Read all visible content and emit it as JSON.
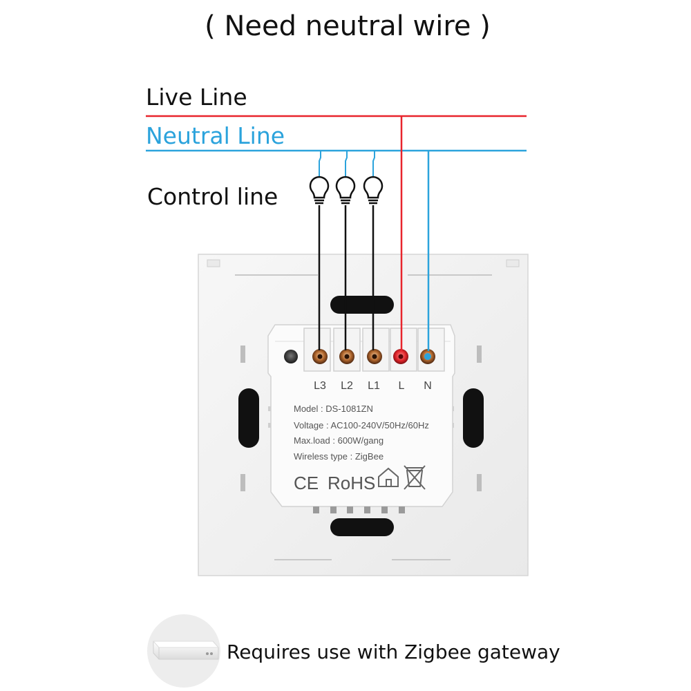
{
  "title": "( Need neutral wire )",
  "lines": {
    "live": "Live Line",
    "neutral": "Neutral Line",
    "control": "Control line"
  },
  "terminals": [
    "L3",
    "L2",
    "L1",
    "L",
    "N"
  ],
  "label_panel": {
    "model": "Model : DS-1081ZN",
    "voltage": "Voltage : AC100-240V/50Hz/60Hz",
    "max_load": "Max.load : 600W/gang",
    "wireless": "Wireless type : ZigBee"
  },
  "certifications": {
    "ce": "CE",
    "rohs": "RoHS"
  },
  "footer": {
    "text": "Requires use with Zigbee gateway"
  },
  "colors": {
    "live": "#e8242c",
    "neutral": "#2ba3dc",
    "control": "#111111"
  },
  "icons": [
    "bulb-icon",
    "home-icon",
    "weee-bin-icon",
    "gateway-device-icon"
  ]
}
